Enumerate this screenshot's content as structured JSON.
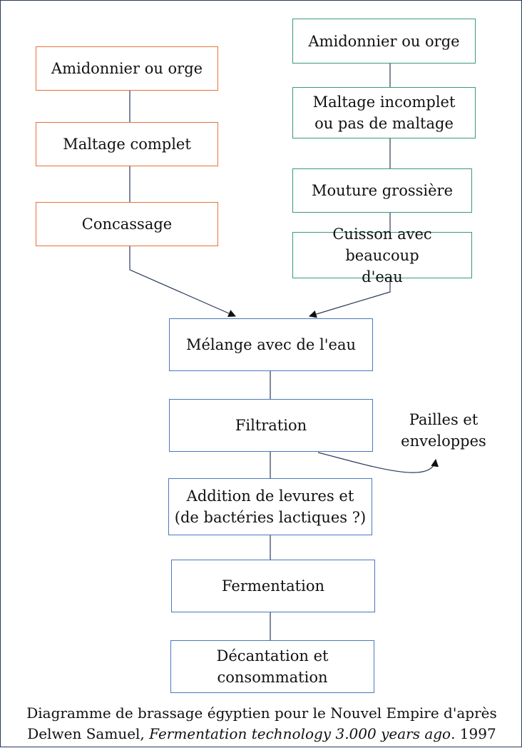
{
  "colors": {
    "left_branch": "#e8703a",
    "right_branch": "#3a9a7a",
    "common": "#4a78c0",
    "connector": "#2a3a5a"
  },
  "left_branch": [
    "Amidonnier ou orge",
    "Maltage complet",
    "Concassage"
  ],
  "right_branch": [
    "Amidonnier ou orge",
    [
      "Maltage incomplet",
      "ou pas de maltage"
    ],
    "Mouture grossière",
    [
      "Cuisson avec beaucoup",
      "d'eau"
    ]
  ],
  "main_steps": [
    "Mélange avec de l'eau",
    "Filtration",
    [
      "Addition de levures et",
      "(de bactéries lactiques ?)"
    ],
    "Fermentation",
    [
      "Décantation et",
      "consommation"
    ]
  ],
  "byproduct": [
    "Pailles et",
    "enveloppes"
  ],
  "caption": {
    "line1": "Diagramme de brassage égyptien pour le Nouvel Empire d'après",
    "author": "Delwen Samuel, ",
    "work": "Fermentation technology 3.000 years ago",
    "year": ". 1997"
  }
}
